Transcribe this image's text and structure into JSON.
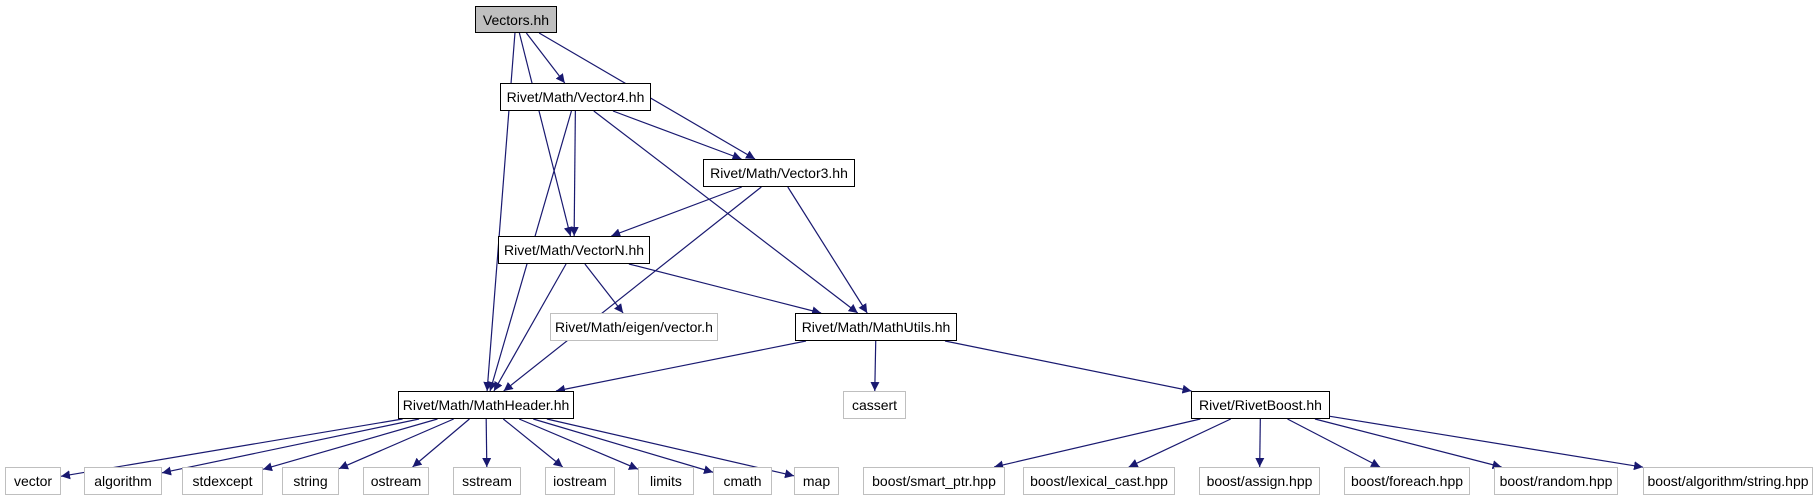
{
  "diagram": {
    "colors": {
      "edge": "#191970",
      "node_border": "#000000",
      "system_border": "#bfbfbf",
      "root_fill": "#bfbfbf"
    },
    "nodes": {
      "vectors": {
        "label": "Vectors.hh",
        "kind": "root"
      },
      "vector4": {
        "label": "Rivet/Math/Vector4.hh",
        "kind": "local"
      },
      "vector3": {
        "label": "Rivet/Math/Vector3.hh",
        "kind": "local"
      },
      "vectorn": {
        "label": "Rivet/Math/VectorN.hh",
        "kind": "local"
      },
      "eigen_vector": {
        "label": "Rivet/Math/eigen/vector.h",
        "kind": "system"
      },
      "mathutils": {
        "label": "Rivet/Math/MathUtils.hh",
        "kind": "local"
      },
      "mathheader": {
        "label": "Rivet/Math/MathHeader.hh",
        "kind": "local"
      },
      "cassert": {
        "label": "cassert",
        "kind": "system"
      },
      "rivetboost": {
        "label": "Rivet/RivetBoost.hh",
        "kind": "local"
      },
      "vector": {
        "label": "vector",
        "kind": "system"
      },
      "algorithm": {
        "label": "algorithm",
        "kind": "system"
      },
      "stdexcept": {
        "label": "stdexcept",
        "kind": "system"
      },
      "string": {
        "label": "string",
        "kind": "system"
      },
      "ostream": {
        "label": "ostream",
        "kind": "system"
      },
      "sstream": {
        "label": "sstream",
        "kind": "system"
      },
      "iostream": {
        "label": "iostream",
        "kind": "system"
      },
      "limits": {
        "label": "limits",
        "kind": "system"
      },
      "cmath": {
        "label": "cmath",
        "kind": "system"
      },
      "map": {
        "label": "map",
        "kind": "system"
      },
      "smart_ptr": {
        "label": "boost/smart_ptr.hpp",
        "kind": "system"
      },
      "lexical_cast": {
        "label": "boost/lexical_cast.hpp",
        "kind": "system"
      },
      "assign": {
        "label": "boost/assign.hpp",
        "kind": "system"
      },
      "foreach": {
        "label": "boost/foreach.hpp",
        "kind": "system"
      },
      "random": {
        "label": "boost/random.hpp",
        "kind": "system"
      },
      "algo_string": {
        "label": "boost/algorithm/string.hpp",
        "kind": "system"
      }
    },
    "edges": [
      [
        "vectors",
        "vector4"
      ],
      [
        "vectors",
        "vector3"
      ],
      [
        "vectors",
        "vectorn"
      ],
      [
        "vectors",
        "mathheader"
      ],
      [
        "vector4",
        "vector3"
      ],
      [
        "vector4",
        "vectorn"
      ],
      [
        "vector4",
        "mathutils"
      ],
      [
        "vector4",
        "mathheader"
      ],
      [
        "vector3",
        "vectorn"
      ],
      [
        "vector3",
        "mathutils"
      ],
      [
        "vector3",
        "mathheader"
      ],
      [
        "vectorn",
        "eigen_vector"
      ],
      [
        "vectorn",
        "mathutils"
      ],
      [
        "vectorn",
        "mathheader"
      ],
      [
        "mathutils",
        "mathheader"
      ],
      [
        "mathutils",
        "cassert"
      ],
      [
        "mathutils",
        "rivetboost"
      ],
      [
        "mathheader",
        "vector"
      ],
      [
        "mathheader",
        "algorithm"
      ],
      [
        "mathheader",
        "stdexcept"
      ],
      [
        "mathheader",
        "string"
      ],
      [
        "mathheader",
        "ostream"
      ],
      [
        "mathheader",
        "sstream"
      ],
      [
        "mathheader",
        "iostream"
      ],
      [
        "mathheader",
        "limits"
      ],
      [
        "mathheader",
        "cmath"
      ],
      [
        "mathheader",
        "map"
      ],
      [
        "rivetboost",
        "smart_ptr"
      ],
      [
        "rivetboost",
        "lexical_cast"
      ],
      [
        "rivetboost",
        "assign"
      ],
      [
        "rivetboost",
        "foreach"
      ],
      [
        "rivetboost",
        "random"
      ],
      [
        "rivetboost",
        "algo_string"
      ]
    ]
  }
}
